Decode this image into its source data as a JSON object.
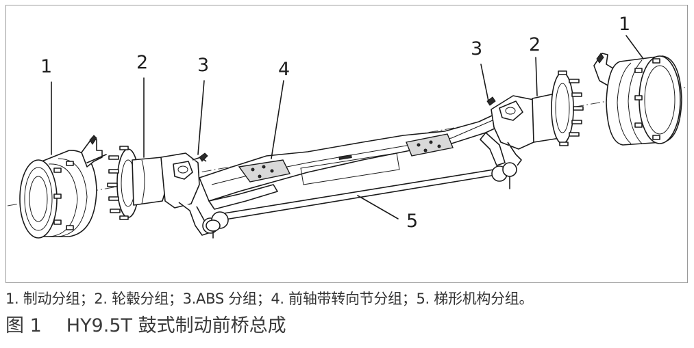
{
  "callouts": {
    "left_drum": "1",
    "left_hub": "2",
    "left_abs": "3",
    "axle_beam": "4",
    "tie_rod": "5",
    "right_abs": "3",
    "right_hub": "2",
    "right_drum": "1"
  },
  "caption": {
    "legend": "1. 制动分组；2. 轮毂分组；3.ABS 分组；4. 前轴带转向节分组；5. 梯形机构分组。",
    "figure_number": "图 1",
    "figure_title": "HY9.5T 鼓式制动前桥总成"
  }
}
